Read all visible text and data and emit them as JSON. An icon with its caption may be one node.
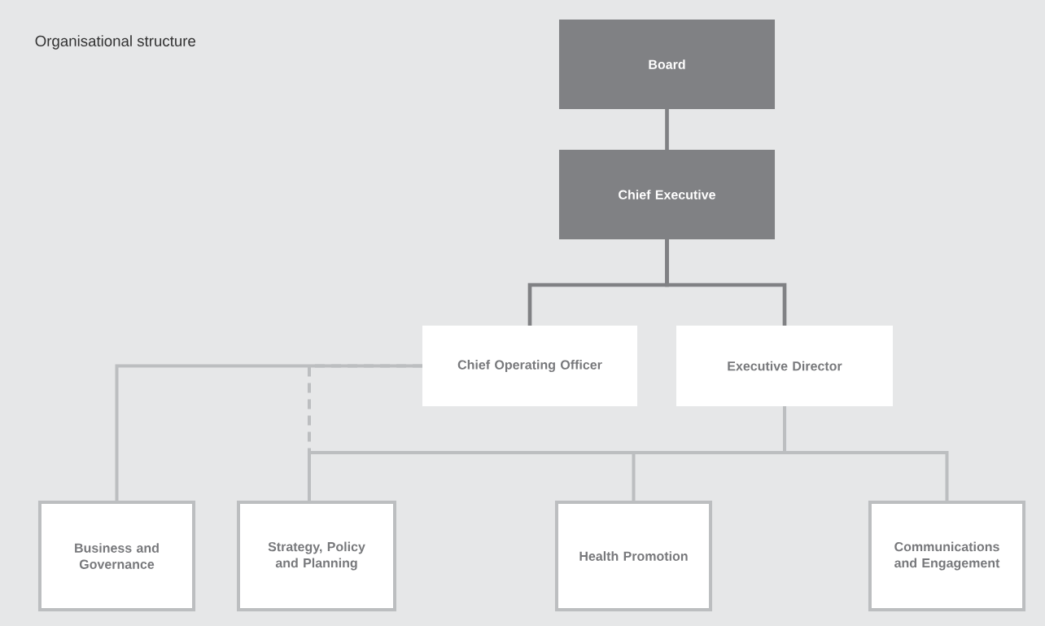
{
  "diagram": {
    "title": "Organisational structure",
    "nodes": [
      {
        "text": [
          "Board"
        ]
      },
      {
        "text": [
          "Chief Executive"
        ]
      },
      {
        "text": [
          "Chief Operating Officer"
        ]
      },
      {
        "text": [
          "Executive Director"
        ]
      },
      {
        "text": [
          "Business and Governance"
        ]
      },
      {
        "text": [
          "Strategy, Policy and Planning"
        ]
      },
      {
        "text": [
          "Health Promotion"
        ]
      },
      {
        "text": [
          "Communications and Engagement"
        ]
      }
    ],
    "edges": [
      {
        "from": 0,
        "to": 1,
        "arrow": "none",
        "color": "#808184"
      },
      {
        "from": 1,
        "to": 2,
        "arrow": "none",
        "color": "#808184"
      },
      {
        "from": 1,
        "to": 3,
        "arrow": "none",
        "color": "#808184"
      },
      {
        "from": 2,
        "to": 4,
        "arrow": "none"
      },
      {
        "from": 2,
        "to": 5,
        "arrow": "none",
        "style": "dashed"
      },
      {
        "from": 3,
        "to": 5,
        "arrow": "none"
      },
      {
        "from": 3,
        "to": 6,
        "arrow": "none"
      },
      {
        "from": 3,
        "to": 7,
        "arrow": "none"
      }
    ]
  }
}
